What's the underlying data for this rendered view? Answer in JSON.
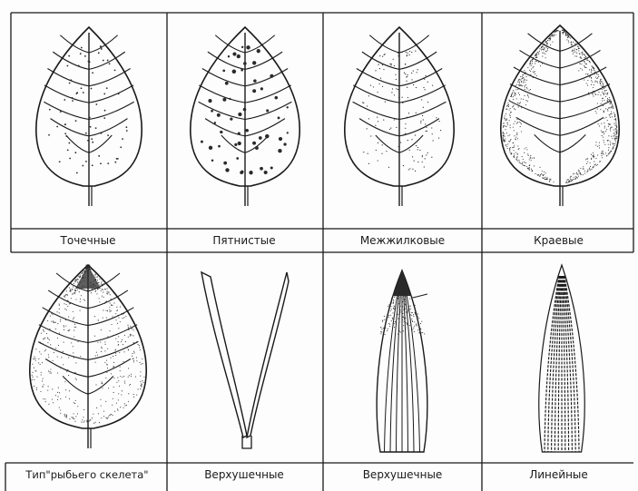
{
  "captions": {
    "row1": [
      "Точечные",
      "Пятнистые",
      "Межжилковые",
      "Краевые"
    ],
    "row2": [
      "Тип\"рыбьего скелета\"",
      "Верхушечные",
      "Верхушечные",
      "Линейные"
    ]
  },
  "colors": {
    "line": "#1a1a1a",
    "speckle": "#2a2a2a",
    "background": "#fdfdfd"
  }
}
